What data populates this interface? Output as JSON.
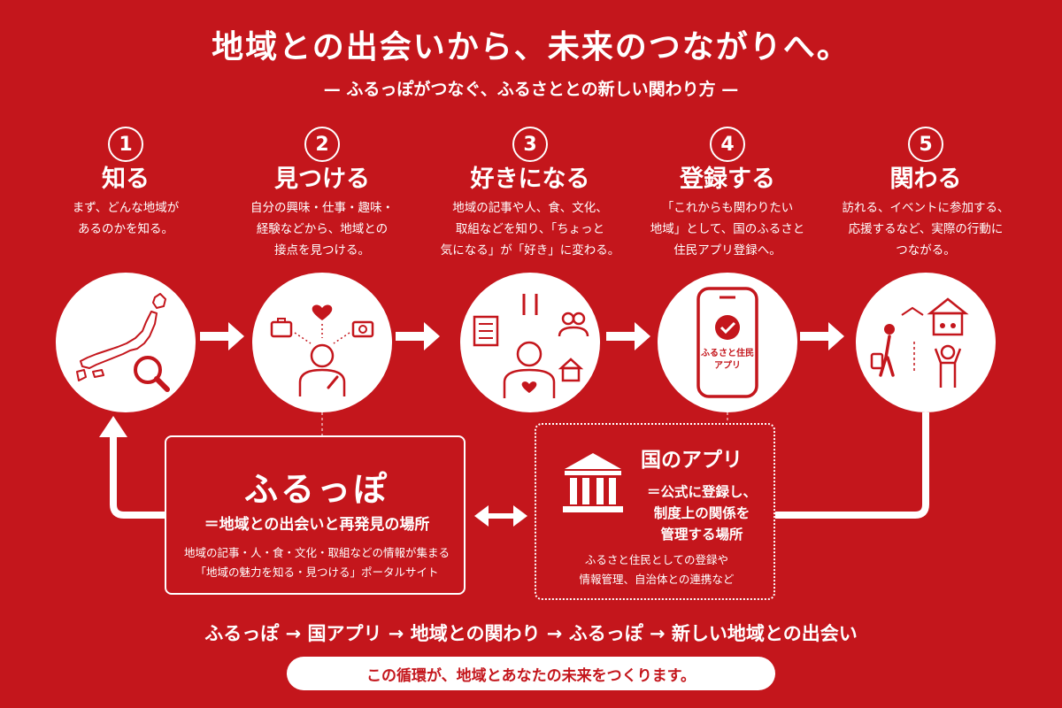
{
  "header": {
    "title": "地域との出会いから、未来のつながりへ。",
    "subtitle": "— ふるっぽがつなぐ、ふるさととの新しい関わり方 —"
  },
  "steps": [
    {
      "number": "1",
      "title": "知る",
      "desc": [
        "まず、どんな地域が",
        "あるのかを知る。"
      ],
      "icon": "japan-map-magnifier-icon"
    },
    {
      "number": "2",
      "title": "見つける",
      "desc": [
        "自分の興味・仕事・趣味・",
        "経験などから、地域との",
        "接点を見つける。"
      ],
      "icon": "person-interests-icon"
    },
    {
      "number": "3",
      "title": "好きになる",
      "desc": [
        "地域の記事や人、食、文化、",
        "取組などを知り、「ちょっと",
        "気になる」が「好き」に変わる。"
      ],
      "icon": "person-heart-culture-icon"
    },
    {
      "number": "4",
      "title": "登録する",
      "desc": [
        "「これからも関わりたい",
        "地域」として、国のふるさと",
        "住民アプリ登録へ。"
      ],
      "icon": "smartphone-check-icon",
      "phone_label": [
        "ふるさと住民",
        "アプリ"
      ]
    },
    {
      "number": "5",
      "title": "関わる",
      "desc": [
        "訪れる、イベントに参加する、",
        "応援するなど、実際の行動に",
        "つながる。"
      ],
      "icon": "visit-event-cheer-icon"
    }
  ],
  "furuppo": {
    "title": "ふるっぽ",
    "subtitle": "＝地域との出会いと再発見の場所",
    "desc": [
      "地域の記事・人・食・文化・取組などの情報が集まる",
      "「地域の魅力を知る・見つける」ポータルサイト"
    ]
  },
  "national_app": {
    "title": "国のアプリ",
    "subtitle": [
      "＝公式に登録し、",
      "制度上の関係を",
      "管理する場所"
    ],
    "desc": [
      "ふるさと住民としての登録や",
      "情報管理、自治体との連携など"
    ]
  },
  "footer": {
    "cycle": "ふるっぽ → 国アプリ → 地域との関わり → ふるっぽ → 新しい地域との出会い",
    "message": "この循環が、地域とあなたの未来をつくります。"
  },
  "colors": {
    "background": "#c4161c",
    "foreground": "#ffffff"
  }
}
